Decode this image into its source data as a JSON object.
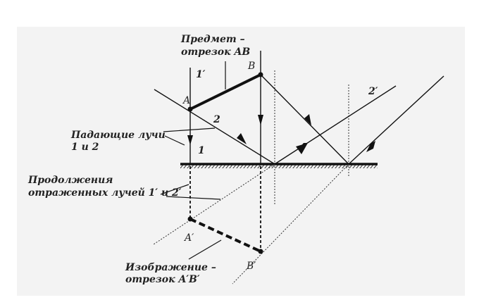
{
  "labels": {
    "object_line1": "Предмет –",
    "object_line2": "отрезок AB",
    "incident_line1": "Падающие лучи",
    "incident_line2": "1 и 2",
    "extension_line1": "Продолжения",
    "extension_line2": "отраженных лучей 1′ и 2′",
    "image_line1": "Изображение –",
    "image_line2": "отрезок A′B′"
  },
  "points": {
    "A": "A",
    "B": "B",
    "A_prime": "A′",
    "B_prime": "B′"
  },
  "rays": {
    "r1": "1",
    "r1_prime": "1′",
    "r2": "2",
    "r2_prime": "2′"
  }
}
